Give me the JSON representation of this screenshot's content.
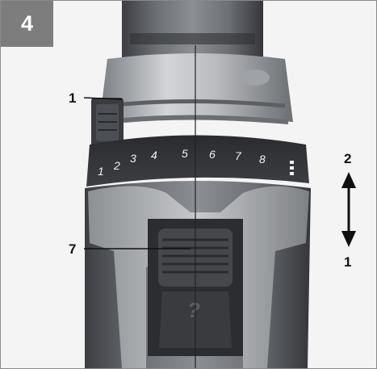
{
  "figure": {
    "number": "4"
  },
  "callouts": {
    "label_1_left": "1",
    "label_7": "7",
    "arrow_top_label": "2",
    "arrow_bottom_label": "1"
  },
  "torque_scale": {
    "numbers": [
      "1",
      "2",
      "3",
      "4",
      "5",
      "6",
      "7",
      "8"
    ]
  },
  "colors": {
    "badge": "#7d7d7d",
    "tool_body": "#5a5c60",
    "tool_highlight": "#c9cbce",
    "background": "#ffffff"
  }
}
